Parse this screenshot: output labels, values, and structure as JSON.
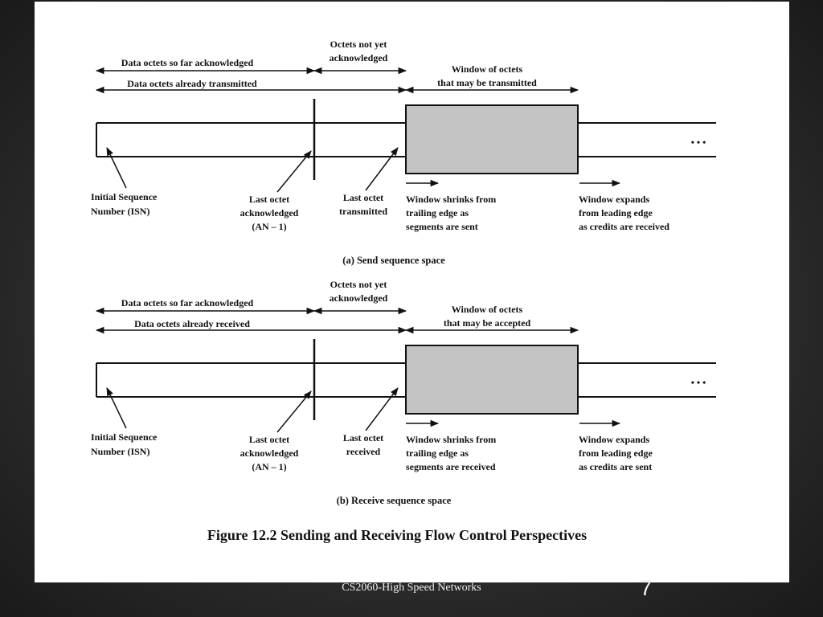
{
  "diagram": {
    "panels": [
      {
        "octets_not_ack": [
          "Octets not yet",
          "acknowledged"
        ],
        "so_far_ack": "Data octets so far acknowledged",
        "already": "Data octets already transmitted",
        "window": [
          "Window of octets",
          "that may be transmitted"
        ],
        "ellipsis": "• • •",
        "isn": [
          "Initial Sequence",
          "Number (ISN)"
        ],
        "last_ack": [
          "Last octet",
          "acknowledged",
          "(AN – 1)"
        ],
        "last_other": [
          "Last octet",
          "transmitted"
        ],
        "shrinks": [
          "Window shrinks from",
          "trailing edge as",
          "segments are sent"
        ],
        "expands": [
          "Window expands",
          "from leading edge",
          "as credits are received"
        ],
        "caption": "(a) Send sequence space"
      },
      {
        "octets_not_ack": [
          "Octets not yet",
          "acknowledged"
        ],
        "so_far_ack": "Data octets so far acknowledged",
        "already": "Data octets already received",
        "window": [
          "Window of octets",
          "that may be accepted"
        ],
        "ellipsis": "• • •",
        "isn": [
          "Initial Sequence",
          "Number (ISN)"
        ],
        "last_ack": [
          "Last octet",
          "acknowledged",
          "(AN – 1)"
        ],
        "last_other": [
          "Last octet",
          "received"
        ],
        "shrinks": [
          "Window shrinks from",
          "trailing edge as",
          "segments are received"
        ],
        "expands": [
          "Window expands",
          "from leading edge",
          "as credits are sent"
        ],
        "caption": "(b) Receive sequence space"
      }
    ],
    "figure_title": "Figure 12.2   Sending and Receiving Flow Control Perspectives",
    "colors": {
      "window_fill": "#c4c4c4",
      "stroke": "#111111"
    }
  },
  "footer": {
    "course": "CS2060-High Speed Networks",
    "page": "7"
  }
}
